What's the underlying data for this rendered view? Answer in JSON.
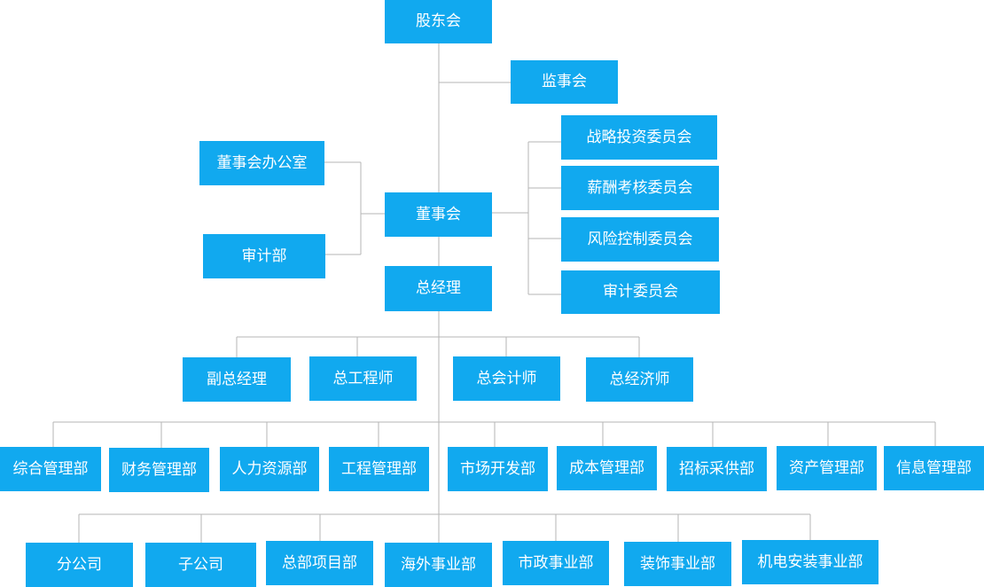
{
  "style": {
    "box_color": "#11a9ef",
    "text_color": "#ffffff",
    "line_color": "#b5b5b5"
  },
  "nodes": {
    "shareholders": "股东会",
    "supervisory_board": "监事会",
    "board_office": "董事会办公室",
    "audit_dept": "审计部",
    "board": "董事会",
    "strategy_committee": "战略投资委员会",
    "compensation_committee": "薪酬考核委员会",
    "risk_committee": "风险控制委员会",
    "audit_committee": "审计委员会",
    "general_manager": "总经理",
    "deputy_gm": "副总经理",
    "chief_engineer": "总工程师",
    "chief_accountant": "总会计师",
    "chief_economist": "总经济师",
    "general_mgmt_dept": "综合管理部",
    "finance_dept": "财务管理部",
    "hr_dept": "人力资源部",
    "engineering_dept": "工程管理部",
    "marketing_dept": "市场开发部",
    "cost_dept": "成本管理部",
    "procurement_dept": "招标采供部",
    "asset_dept": "资产管理部",
    "info_dept": "信息管理部",
    "branch_company": "分公司",
    "subsidiary": "子公司",
    "hq_projects": "总部项目部",
    "overseas_division": "海外事业部",
    "municipal_division": "市政事业部",
    "decoration_division": "装饰事业部",
    "mep_division": "机电安装事业部"
  }
}
